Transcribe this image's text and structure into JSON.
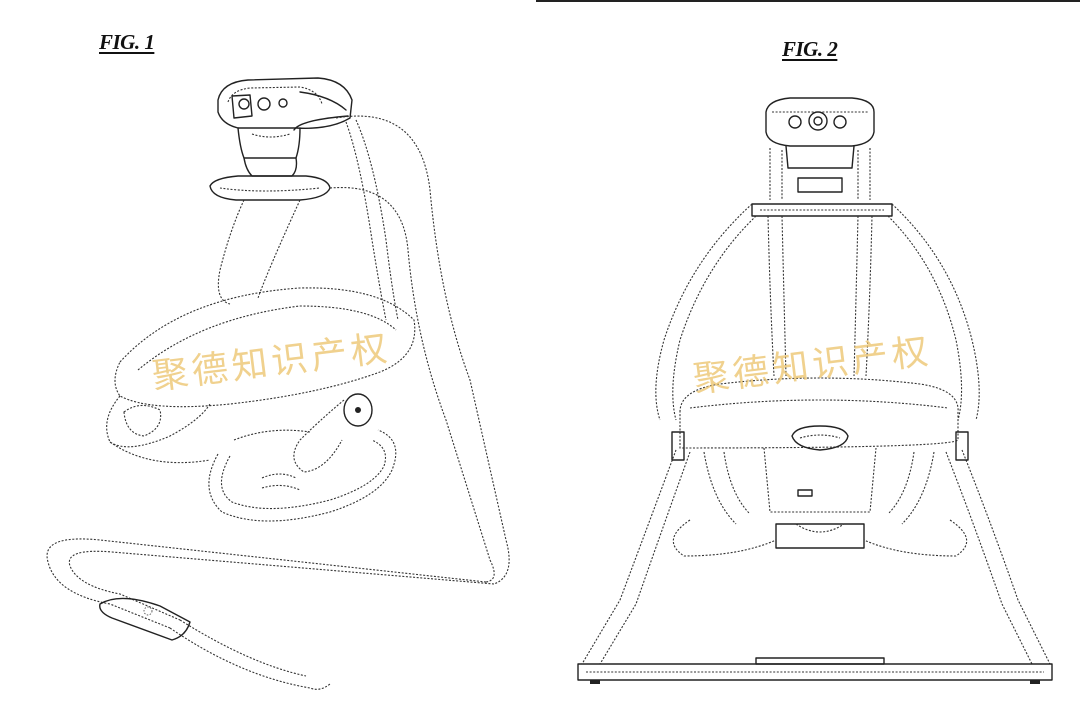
{
  "figures": [
    {
      "label": "FIG. 1"
    },
    {
      "label": "FIG. 2"
    }
  ],
  "watermark": {
    "text": "聚德知识产权",
    "color": "#ecc46e"
  }
}
